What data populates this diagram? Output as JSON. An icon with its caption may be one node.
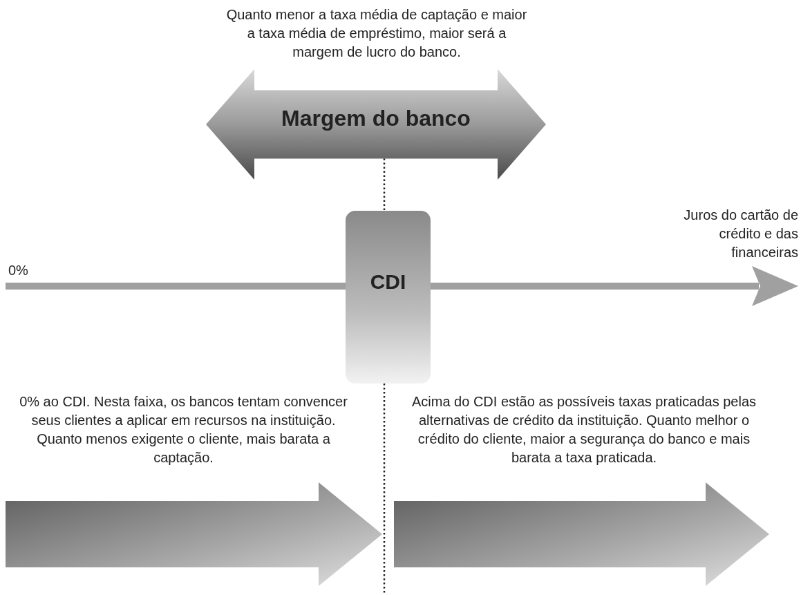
{
  "diagram": {
    "nodes": [
      {
        "text": [
          "Margem do banco"
        ],
        "beside": [
          "Quanto menor a taxa média de captação e maior a taxa média de empréstimo, maior será a margem de lucro do banco."
        ]
      },
      {
        "text": [
          "CDI"
        ]
      },
      {
        "text": [],
        "shape": "arrow"
      },
      {
        "text": [],
        "shape": "arrow"
      }
    ],
    "edges": [
      {
        "from": 0,
        "to": 1,
        "arrow": "none",
        "style": "dashed"
      },
      {
        "from": 1,
        "to": null,
        "arrow": "none",
        "style": "dashed"
      }
    ],
    "labels": [
      "Juros do cartão de crédito e das financeiras",
      "0%",
      "0% ao CDI. Nesta faixa, os bancos tentam convencer seus clientes a aplicar em recursos na instituição. Quanto menos exigente o cliente, mais barata a captação.",
      "Acima do CDI estão as possíveis taxas praticadas pelas alternativas de crédito da instituição. Quanto melhor o crédito do cliente, maior a segurança do banco e mais barata a taxa praticada."
    ]
  }
}
